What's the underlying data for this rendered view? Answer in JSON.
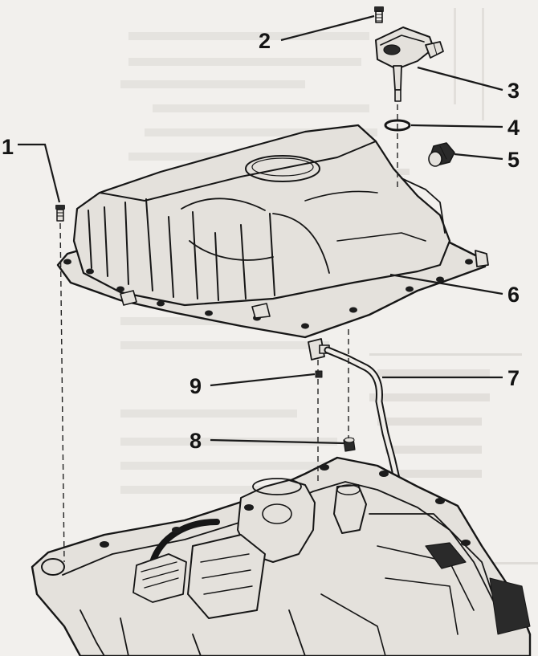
{
  "callouts": [
    {
      "id": "1",
      "label": "1"
    },
    {
      "id": "2",
      "label": "2"
    },
    {
      "id": "3",
      "label": "3"
    },
    {
      "id": "4",
      "label": "4"
    },
    {
      "id": "5",
      "label": "5"
    },
    {
      "id": "6",
      "label": "6"
    },
    {
      "id": "7",
      "label": "7"
    },
    {
      "id": "8",
      "label": "8"
    },
    {
      "id": "9",
      "label": "9"
    }
  ],
  "colors": {
    "background": "#f2f0ed",
    "ink": "#161616",
    "part_fill": "#e4e1dc"
  }
}
